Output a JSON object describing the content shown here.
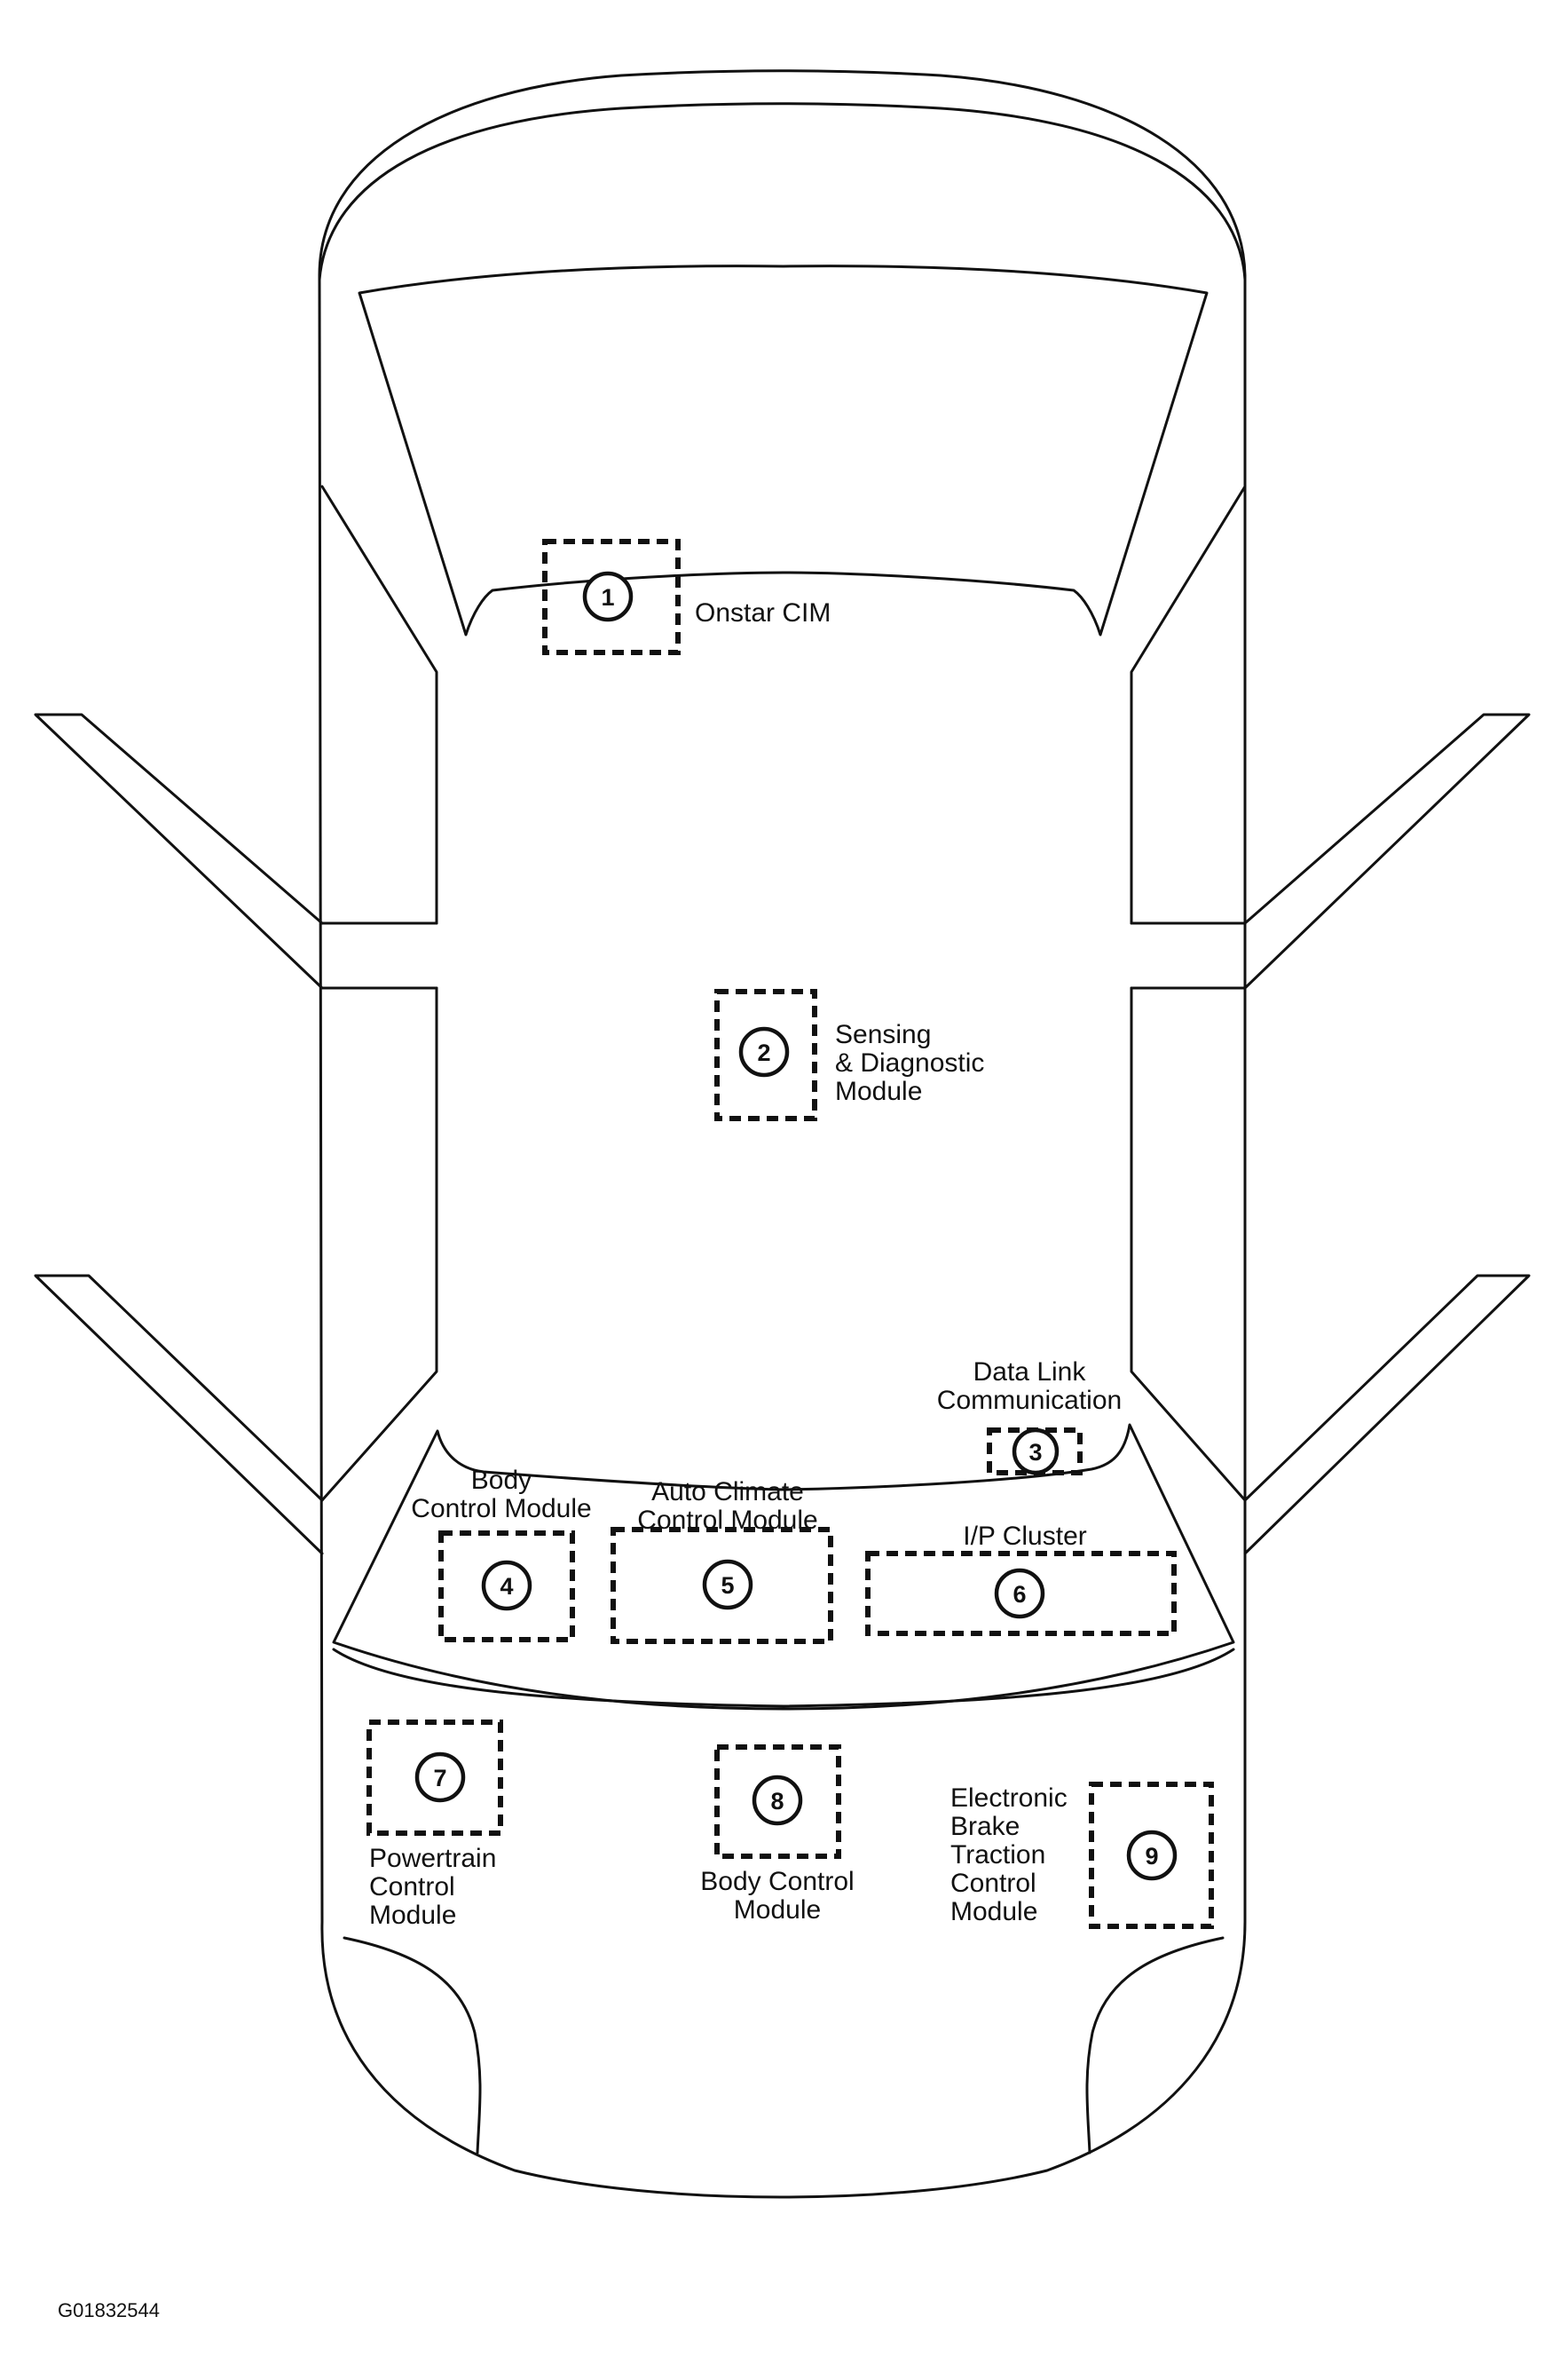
{
  "figure_id": "G01832544",
  "modules": [
    {
      "number": "1",
      "label": [
        "Onstar CIM"
      ]
    },
    {
      "number": "2",
      "label": [
        "Sensing",
        "& Diagnostic",
        "Module"
      ]
    },
    {
      "number": "3",
      "label": [
        "Data Link",
        "Communication"
      ]
    },
    {
      "number": "4",
      "label": [
        "Body",
        "Control Module"
      ]
    },
    {
      "number": "5",
      "label": [
        "Auto Climate",
        "Control Module"
      ]
    },
    {
      "number": "6",
      "label": [
        "I/P Cluster"
      ]
    },
    {
      "number": "7",
      "label": [
        "Powertrain",
        "Control",
        "Module"
      ]
    },
    {
      "number": "8",
      "label": [
        "Body Control",
        "Module"
      ]
    },
    {
      "number": "9",
      "label": [
        "Electronic",
        "Brake",
        "Traction",
        "Control",
        "Module"
      ]
    }
  ]
}
